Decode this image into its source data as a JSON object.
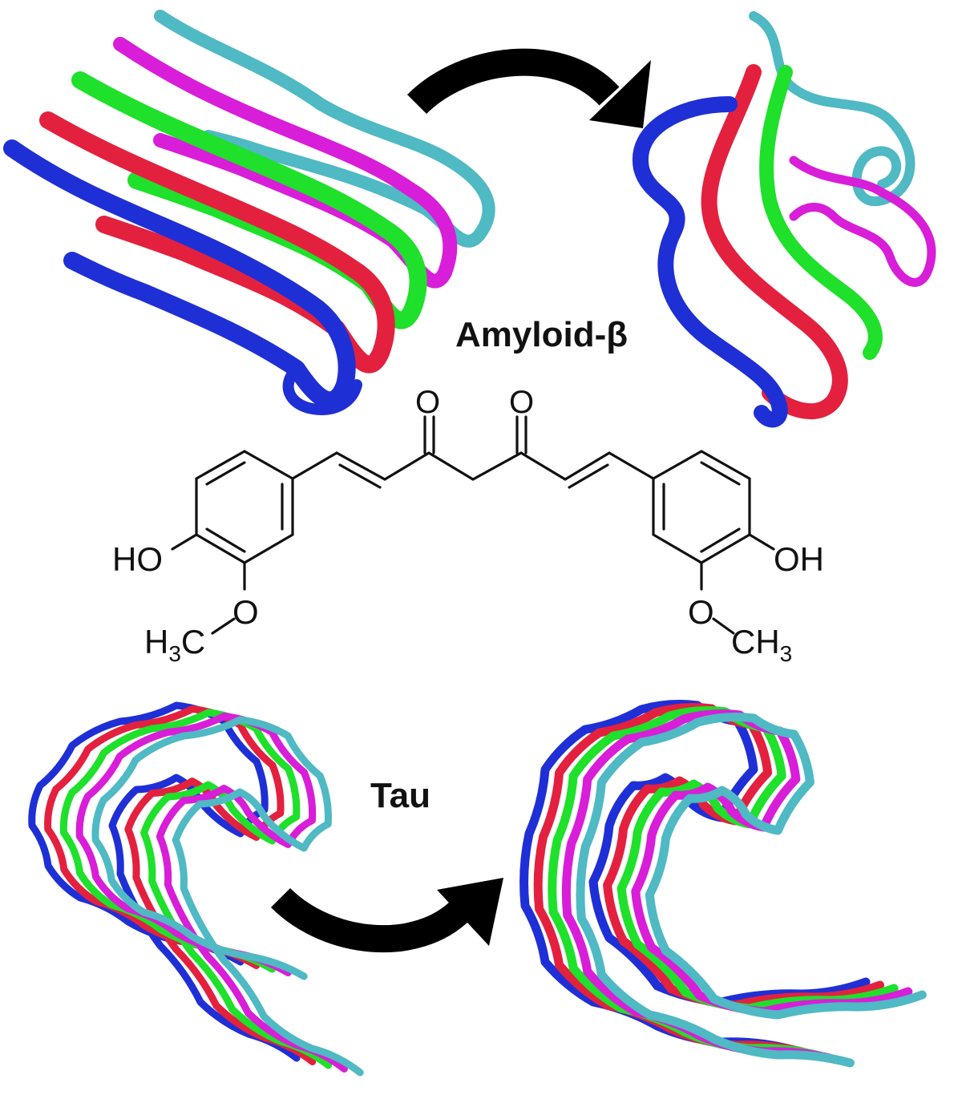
{
  "labels": {
    "amyloid": "Amyloid-β",
    "tau": "Tau"
  },
  "molecule": {
    "left_oh": "HO",
    "right_oh": "OH",
    "carbonyl_o": "O",
    "left_h": "H",
    "left_sub3": "3",
    "left_c": "C",
    "methoxy_o": "O",
    "right_ch": "CH",
    "right_sub3": "3"
  },
  "colors": {
    "blue": "#1f2fd6",
    "red": "#e3213f",
    "green": "#1fe02a",
    "magenta": "#d81ed8",
    "cyan": "#4fb9c4",
    "arrow": "#000000"
  }
}
